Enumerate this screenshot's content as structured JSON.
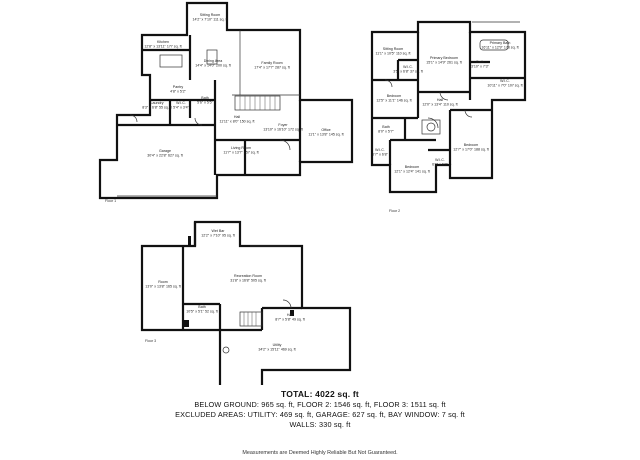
{
  "floors": [
    {
      "label": "Floor 1",
      "rooms": [
        {
          "id": "sitting-room-1",
          "name": "Sitting Room",
          "dims": "14'2\" x 7'10\" 111 sq. ft"
        },
        {
          "id": "kitchen",
          "name": "Kitchen",
          "dims": "12'8\" x 13'11\" 177 sq. ft"
        },
        {
          "id": "dining-area",
          "name": "Dining Area",
          "dims": "14'4\" x 14'0\" 200 sq. ft"
        },
        {
          "id": "family-room",
          "name": "Family Room",
          "dims": "17'4\" x 17'7\" 287 sq. ft"
        },
        {
          "id": "pantry",
          "name": "Pantry",
          "dims": "4'8\" x 5'2\""
        },
        {
          "id": "laundry",
          "name": "Laundry",
          "dims": "8'3\" x 6'8\" 55 sq. ft"
        },
        {
          "id": "bath-1",
          "name": "Bath",
          "dims": "5'6\" x 5'5\""
        },
        {
          "id": "wic-1",
          "name": "W.I.C.",
          "dims": "5'4\" x 3'4\""
        },
        {
          "id": "hall-1",
          "name": "Hall",
          "dims": "11'11\" x 8'0\" 150 sq. ft"
        },
        {
          "id": "foyer",
          "name": "Foyer",
          "dims": "13'10\" x 16'10\" 172 sq. ft"
        },
        {
          "id": "office",
          "name": "Office",
          "dims": "11'1\" x 13'8\" 145 sq. ft"
        },
        {
          "id": "garage",
          "name": "Garage",
          "dims": "30'4\" x 22'8\" 627 sq. ft"
        },
        {
          "id": "living-room",
          "name": "Living Room",
          "dims": "11'7\" x 13'7\" 157 sq. ft"
        }
      ]
    },
    {
      "label": "Floor 2",
      "rooms": [
        {
          "id": "sitting-room-2",
          "name": "Sitting Room",
          "dims": "11'1\" x 10'5\" 110 sq. ft"
        },
        {
          "id": "primary-bedroom",
          "name": "Primary Bedroom",
          "dims": "15'1\" x 14'9\" 261 sq. ft"
        },
        {
          "id": "primary-bath",
          "name": "Primary Bath",
          "dims": "16'11\" x 12'9\" 178 sq. ft"
        },
        {
          "id": "wic-2a",
          "name": "W.I.C.",
          "dims": "3'5\" x 6'8\" 37 sq. ft"
        },
        {
          "id": "bath-2a",
          "name": "Bath",
          "dims": "3'10\" x 7'3\""
        },
        {
          "id": "wic-2b",
          "name": "W.I.C.",
          "dims": "10'11\" x 7'0\" 107 sq. ft"
        },
        {
          "id": "bedroom-2a",
          "name": "Bedroom",
          "dims": "12'5\" x 11'1\" 146 sq. ft"
        },
        {
          "id": "hall-2",
          "name": "Hall",
          "dims": "12'0\" x 13'4\" 110 sq. ft"
        },
        {
          "id": "bath-2b",
          "name": "Bath",
          "dims": "8'0\" x 5'7\""
        },
        {
          "id": "wic-2c",
          "name": "W.I.C.",
          "dims": "6'7\" x 6'8\""
        },
        {
          "id": "wic-2d",
          "name": "W.I.C.",
          "dims": "6'0\" x 6'2\""
        },
        {
          "id": "bedroom-2b",
          "name": "Bedroom",
          "dims": "12'7\" x 17'0\" 188 sq. ft"
        },
        {
          "id": "bedroom-2c",
          "name": "Bedroom",
          "dims": "12'1\" x 12'4\" 141 sq. ft"
        }
      ]
    },
    {
      "label": "Floor 3",
      "rooms": [
        {
          "id": "wet-bar",
          "name": "Wet Bar",
          "dims": "12'2\" x 7'10\" 95 sq. ft"
        },
        {
          "id": "room",
          "name": "Room",
          "dims": "13'0\" x 13'8\" 165 sq. ft"
        },
        {
          "id": "recreation-room",
          "name": "Recreation Room",
          "dims": "31'8\" x 16'8\" 505 sq. ft"
        },
        {
          "id": "bath-3",
          "name": "Bath",
          "dims": "10'5\" x 5'1\" 52 sq. ft"
        },
        {
          "id": "hall-3",
          "name": "Hall",
          "dims": "8'7\" x 5'8\" 49 sq. ft"
        },
        {
          "id": "utility",
          "name": "Utility",
          "dims": "34'2\" x 15'11\" 469 sq. ft"
        }
      ]
    }
  ],
  "summary": {
    "total": "TOTAL: 4022 sq. ft",
    "line1": "BELOW GROUND: 965 sq. ft, FLOOR 2: 1546 sq. ft, FLOOR 3: 1511 sq. ft",
    "line2": "EXCLUDED AREAS: UTILITY: 469 sq. ft, GARAGE: 627 sq. ft, BAY WINDOW: 7 sq. ft",
    "line3": "WALLS: 330 sq. ft"
  },
  "disclaimer": "Measurements are Deemed Highly Reliable But Not Guaranteed."
}
